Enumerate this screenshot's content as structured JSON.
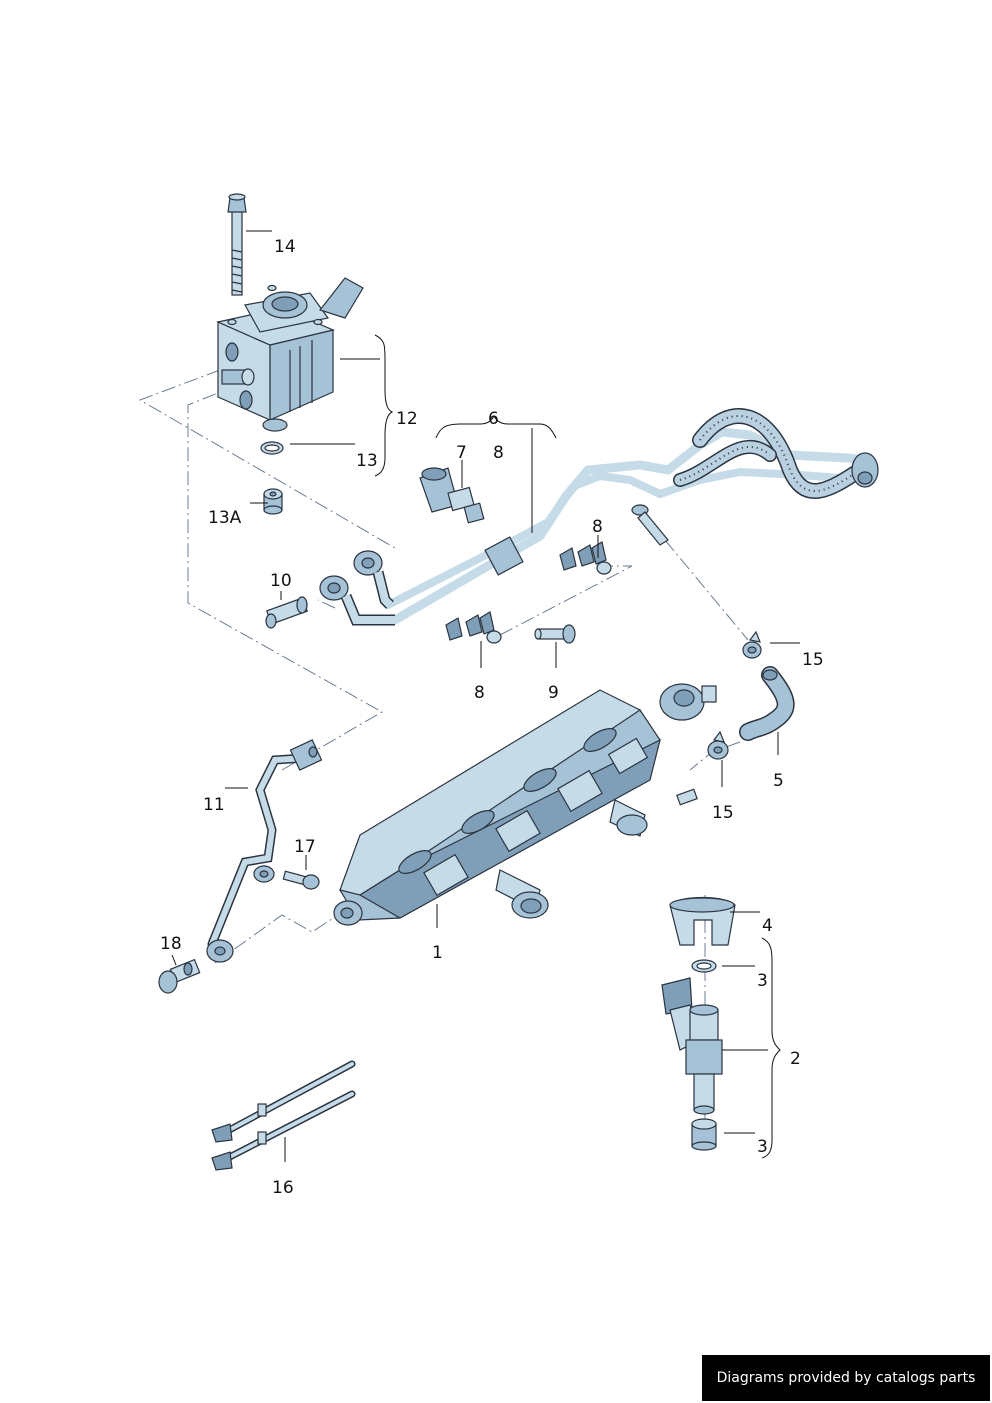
{
  "callouts": {
    "p1": "1",
    "p2": "2",
    "p3a": "3",
    "p3b": "3",
    "p4": "4",
    "p5": "5",
    "p6": "6",
    "p7": "7",
    "p8a": "8",
    "p8b": "8",
    "p8c": "8",
    "p9": "9",
    "p10": "10",
    "p11": "11",
    "p12": "12",
    "p13": "13",
    "p13a": "13A",
    "p14": "14",
    "p15a": "15",
    "p15b": "15",
    "p16": "16",
    "p17": "17",
    "p18": "18"
  },
  "footer": {
    "text": "Diagrams provided by catalogs parts"
  },
  "colors": {
    "part_fill": "#c5dbe8",
    "part_shade": "#a6c2d6",
    "part_dark": "#7f9fb8",
    "outline": "#2b3440",
    "centerline": "#6b7d94"
  }
}
